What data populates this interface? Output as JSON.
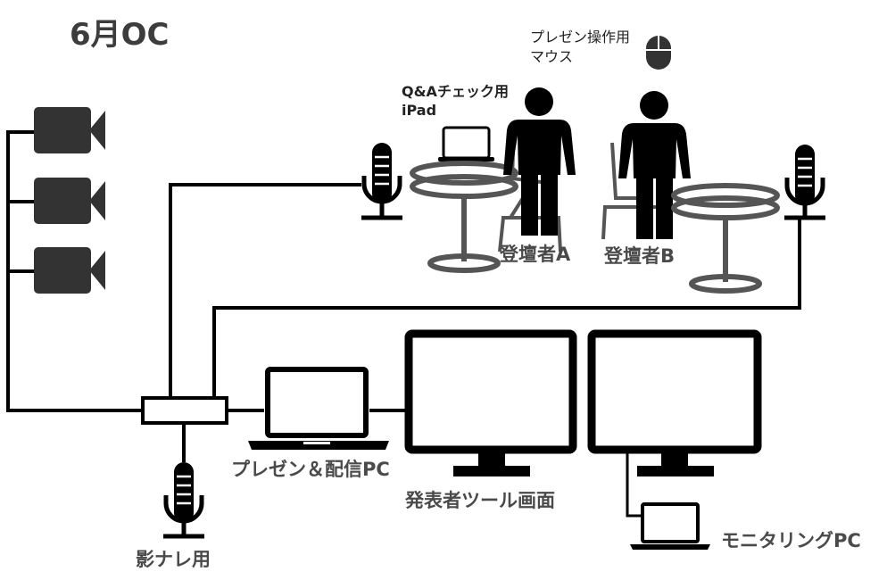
{
  "title": "6月OC",
  "labels": {
    "mouse_line1": "プレゼン操作用",
    "mouse_line2": "マウス",
    "ipad_line1": "Q&Aチェック用",
    "ipad_line2": "iPad",
    "speaker_a": "登壇者A",
    "speaker_b": "登壇者B",
    "presentation_pc": "プレゼン＆配信PC",
    "presenter_screen": "発表者ツール画面",
    "monitoring_pc": "モニタリングPC",
    "shadow_narration": "影ナレ用"
  },
  "colors": {
    "line": "#000000",
    "camera": "#333333",
    "table": "#555555",
    "text": "#4a4a4a"
  }
}
